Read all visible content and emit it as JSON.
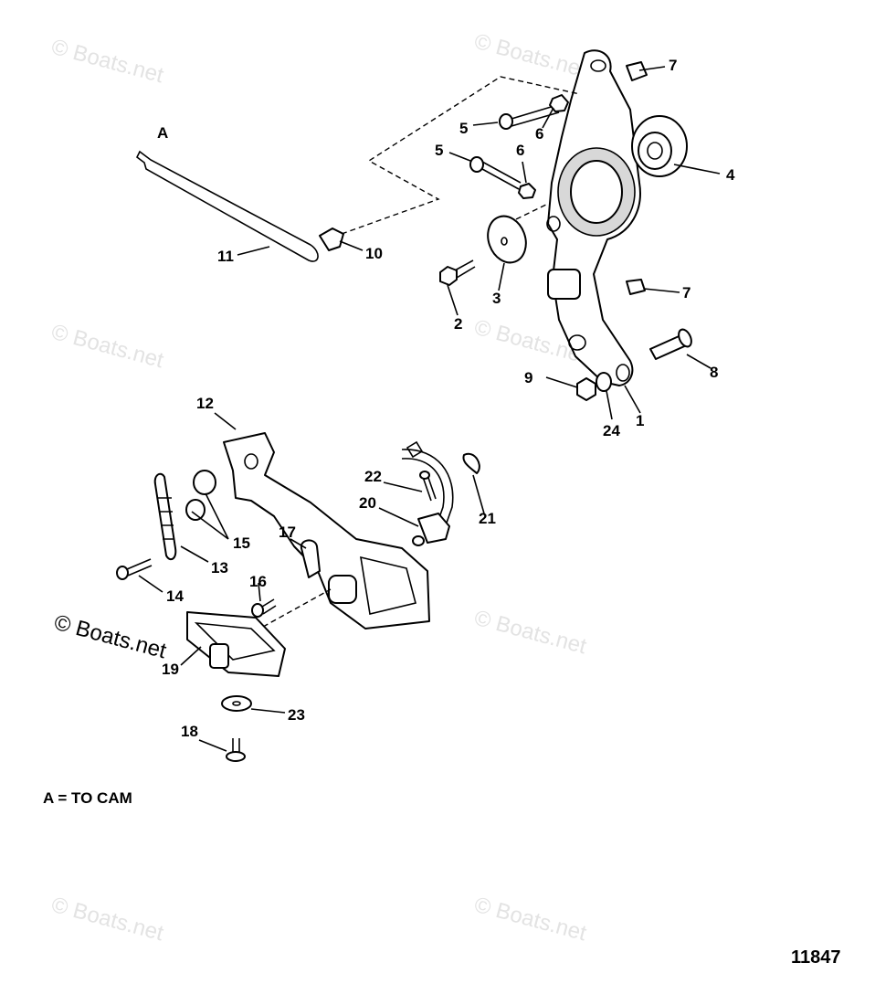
{
  "watermark": "© Boats.net",
  "callouts": {
    "a": "A",
    "p1": "1",
    "p2": "2",
    "p3": "3",
    "p4": "4",
    "p5a": "5",
    "p5b": "5",
    "p6a": "6",
    "p6b": "6",
    "p7a": "7",
    "p7b": "7",
    "p8": "8",
    "p9": "9",
    "p10": "10",
    "p11": "11",
    "p12": "12",
    "p13": "13",
    "p14": "14",
    "p15": "15",
    "p16": "16",
    "p17": "17",
    "p18": "18",
    "p19": "19",
    "p20": "20",
    "p21": "21",
    "p22": "22",
    "p23": "23",
    "p24": "24"
  },
  "note": "A = TO CAM",
  "figure_number": "11847"
}
